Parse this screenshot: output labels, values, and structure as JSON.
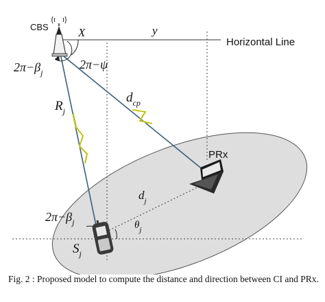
{
  "labels": {
    "cbs": "CBS",
    "horizontal_line": "Horizontal Line",
    "x_distance": "X",
    "y_distance": "y",
    "angle_2pi_minus_psi": "2π−ψ",
    "angle_2pi_minus_beta_top": "2π−β",
    "beta_sub_top": "j",
    "r_main": "R",
    "r_sub": "j",
    "d_main": "d",
    "d_sub": "cp",
    "prx": "PRx",
    "dj_main": "d",
    "dj_sub": "j",
    "angle_2pi_minus_beta_bottom": "2π−β",
    "beta_sub_bottom": "j",
    "theta_main": "θ",
    "theta_sub": "j",
    "s_main": "S",
    "s_sub": "j"
  },
  "caption": {
    "text": "Fig. 2 : Proposed model to compute the distance and direction between CI and PRx."
  },
  "colors": {
    "ellipse_fill": "#dedede",
    "link_line": "#3a5f7a",
    "zigzag": "#e6ea3a",
    "phone": "#3a3a3a",
    "laptop": "#1a1a1a"
  }
}
